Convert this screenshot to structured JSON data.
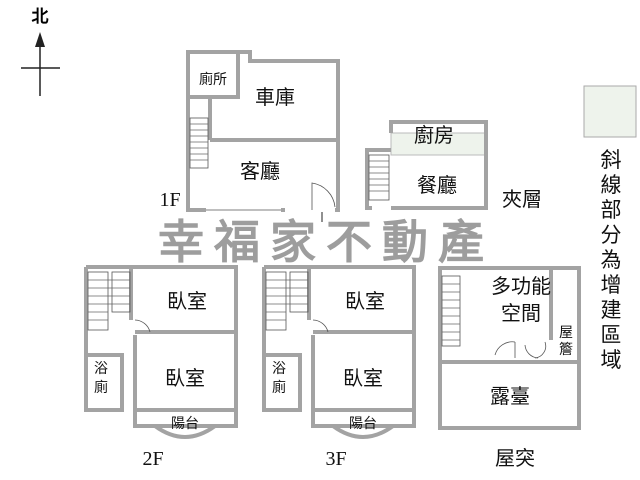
{
  "compass": {
    "north_label": "北"
  },
  "watermark": "幸福家不動產",
  "legend": {
    "swatch_color": "#eef3ec",
    "text": "斜線部分為增建區域"
  },
  "floors": {
    "f1": {
      "label": "1F",
      "rooms": {
        "toilet": "廁所",
        "garage": "車庫",
        "living": "客廳"
      }
    },
    "mezz": {
      "label": "夾層",
      "rooms": {
        "kitchen": "廚房",
        "dining": "餐廳"
      }
    },
    "f2": {
      "label": "2F",
      "rooms": {
        "bed1": "臥室",
        "bed2": "臥室",
        "bath_1": "浴",
        "bath_2": "廁",
        "balcony": "陽台"
      }
    },
    "f3": {
      "label": "3F",
      "rooms": {
        "bed1": "臥室",
        "bed2": "臥室",
        "bath_1": "浴",
        "bath_2": "廁",
        "balcony": "陽台"
      }
    },
    "roof": {
      "label": "屋突",
      "rooms": {
        "multi_1": "多功能",
        "multi_2": "空間",
        "eave_1": "屋",
        "eave_2": "簷",
        "terrace": "露臺"
      }
    }
  }
}
